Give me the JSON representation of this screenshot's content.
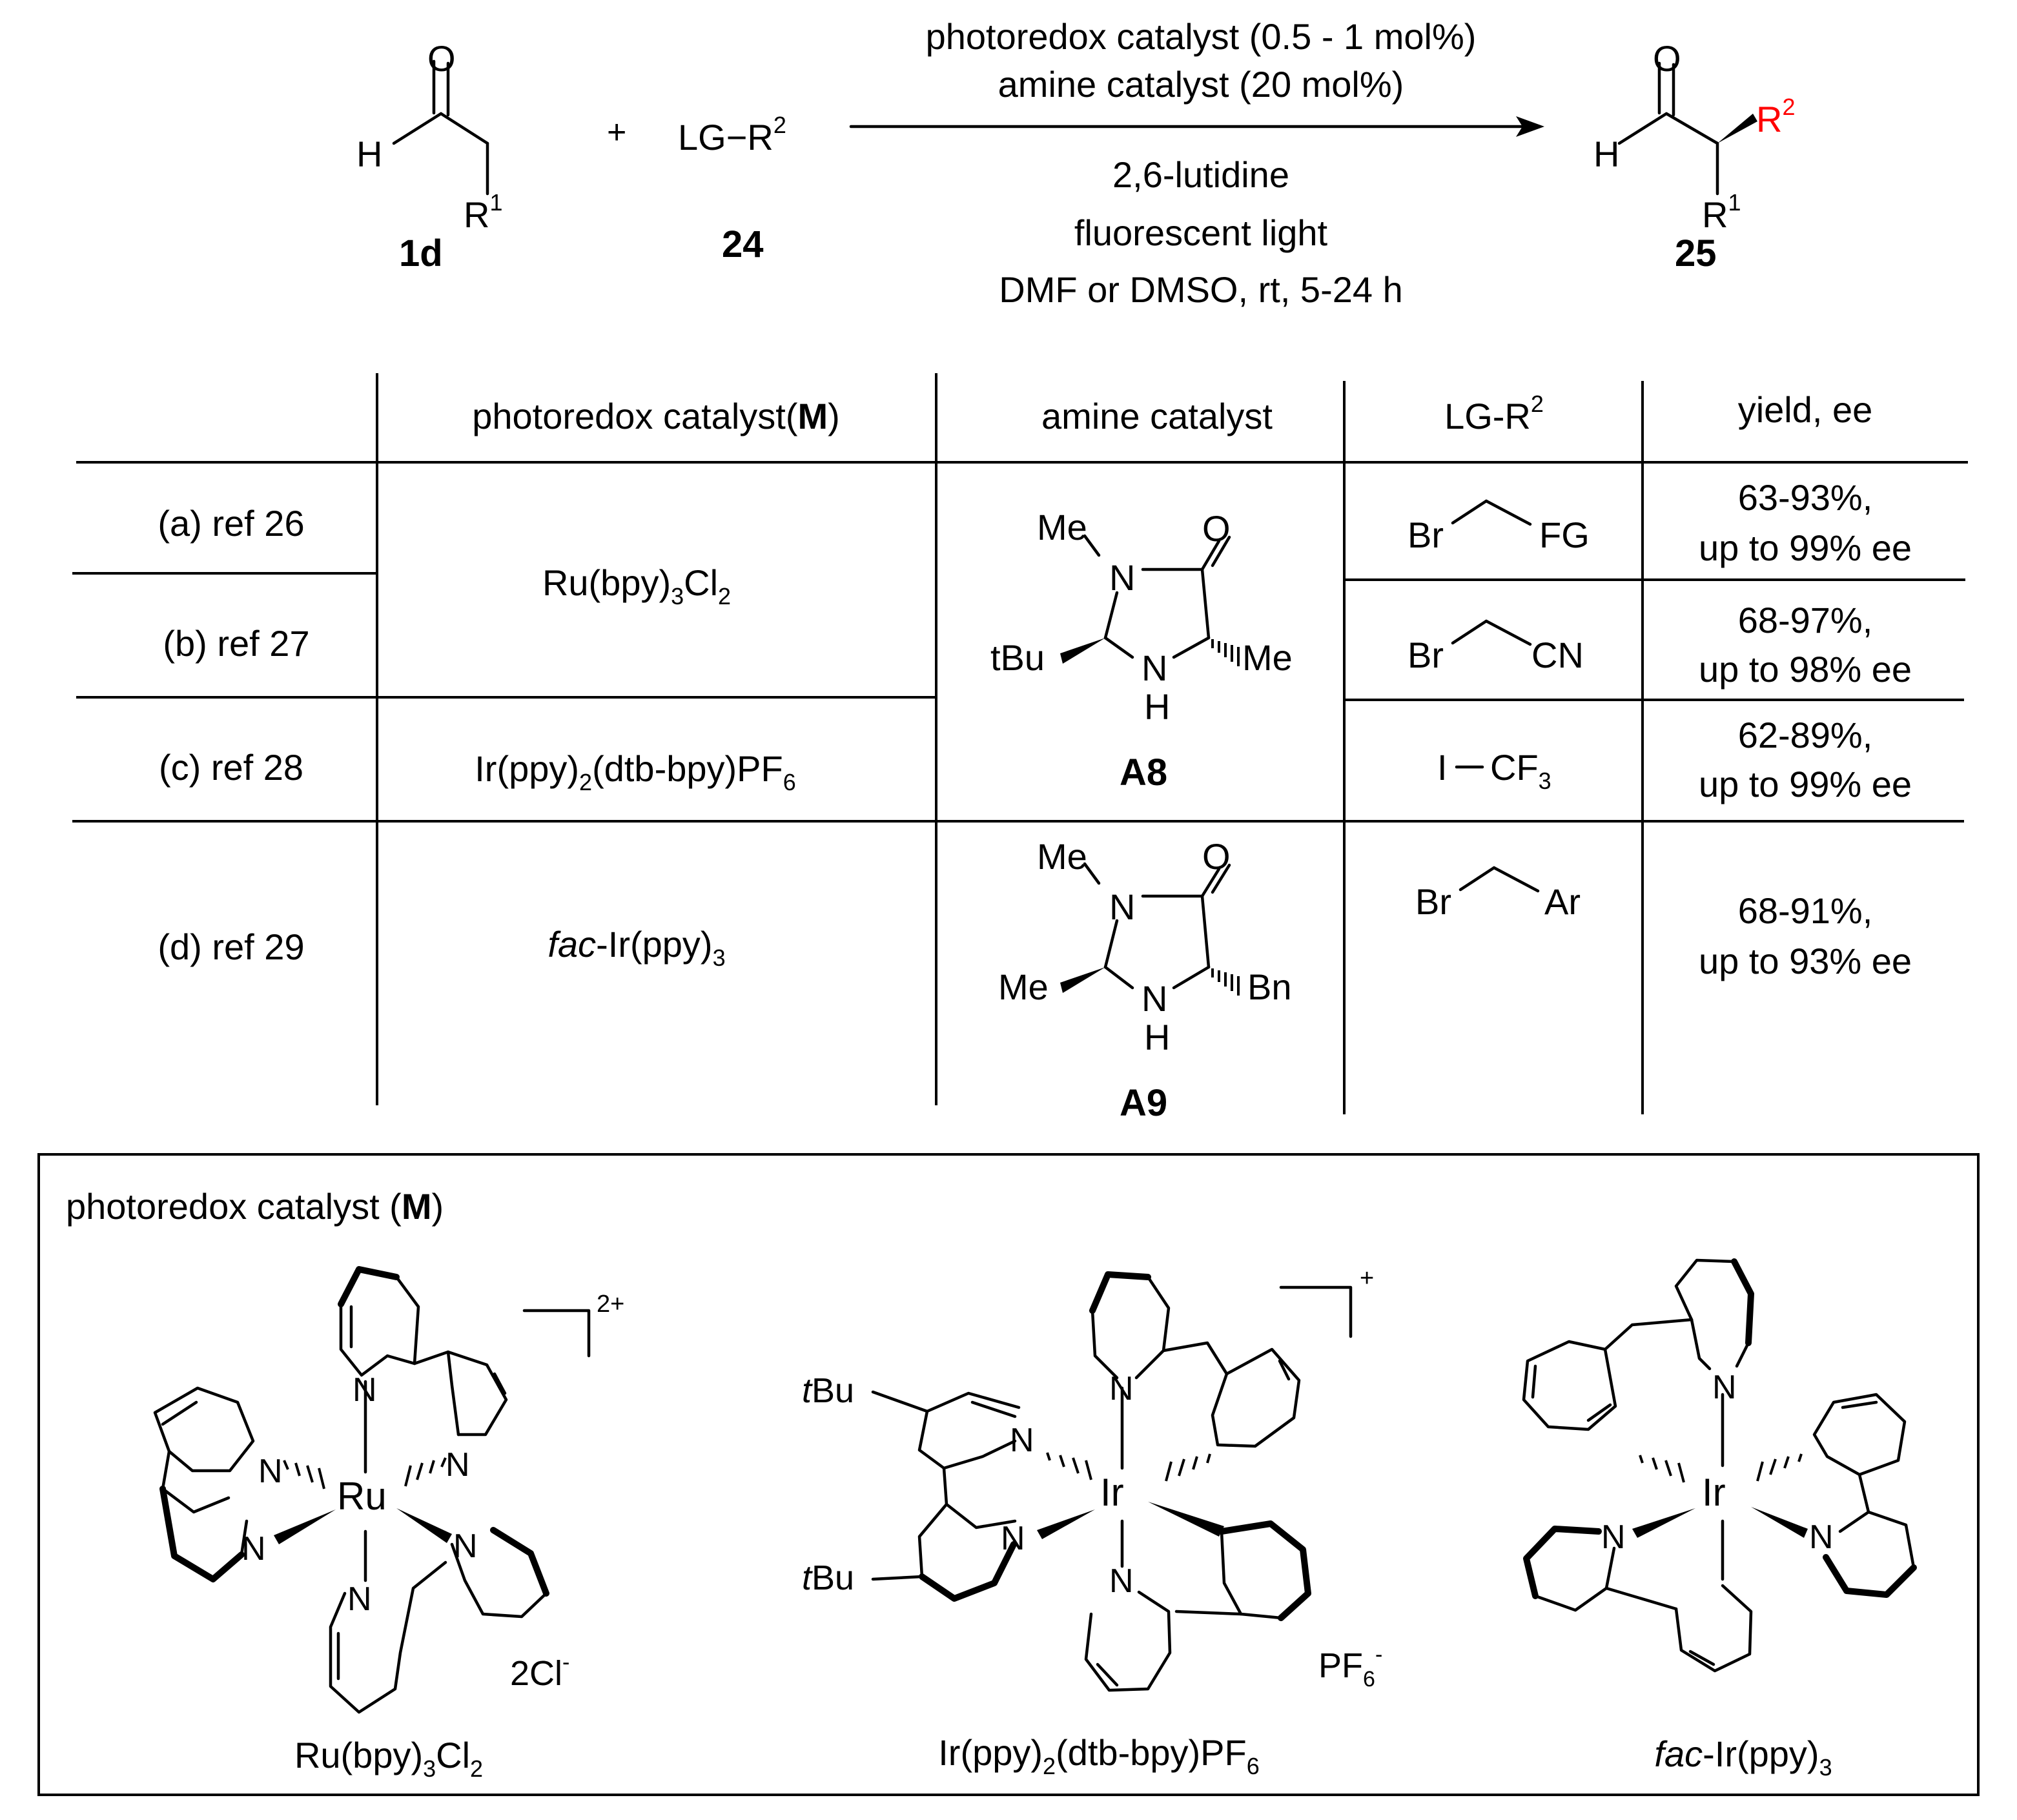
{
  "scheme": {
    "reactant1": {
      "carbonyl_O": "O",
      "H": "H",
      "R": "R",
      "R_sup": "1",
      "id": "1d"
    },
    "plus": "+",
    "reactant2": {
      "formula": "LG−R",
      "sup": "2",
      "id": "24"
    },
    "arrow_above": [
      "photoredox catalyst (0.5 - 1 mol%)",
      "amine catalyst (20 mol%)"
    ],
    "arrow_below": [
      "2,6-lutidine",
      "fluorescent light",
      "DMF or DMSO, rt, 5-24 h"
    ],
    "product": {
      "carbonyl_O": "O",
      "H": "H",
      "R1": "R",
      "R1_sup": "1",
      "R2": "R",
      "R2_sup": "2",
      "id": "25"
    },
    "colors": {
      "highlight": "#ff0000",
      "ink": "#000000"
    }
  },
  "table": {
    "headers": {
      "photoredox": "photoredox catalyst(",
      "photoredox_bold": "M",
      "photoredox_close": ")",
      "amine": "amine catalyst",
      "lg": "LG-R",
      "lg_sup": "2",
      "yield": "yield, ee"
    },
    "rows": [
      {
        "ref": "(a) ref 26",
        "yield1": "63-93%,",
        "yield2": "up to 99% ee",
        "lg_left": "Br",
        "lg_right": "FG"
      },
      {
        "ref": "(b) ref 27",
        "yield1": "68-97%,",
        "yield2": "up to 98% ee",
        "lg_left": "Br",
        "lg_right": "CN"
      },
      {
        "ref": "(c) ref 28",
        "yield1": "62-89%,",
        "yield2": "up to 99% ee",
        "lg_left": "I",
        "lg_right": "CF",
        "lg_right_sub": "3"
      },
      {
        "ref": "(d) ref 29",
        "yield1": "68-91%,",
        "yield2": "up to 93% ee",
        "lg_left": "Br",
        "lg_right": "Ar"
      }
    ],
    "catalyst_ru": {
      "main": "Ru(bpy)",
      "sub1": "3",
      "mid": "Cl",
      "sub2": "2"
    },
    "catalyst_ir": {
      "main": "Ir(ppy)",
      "sub1": "2",
      "mid": "(dtb-bpy)PF",
      "sub2": "6"
    },
    "catalyst_fac": {
      "italic": "fac",
      "main": "-Ir(ppy)",
      "sub": "3"
    },
    "amine_A8": {
      "Me_N": "Me",
      "N1": "N",
      "O": "O",
      "tBu": "tBu",
      "Me_right": "Me",
      "N2": "N",
      "H": "H",
      "label": "A8"
    },
    "amine_A9": {
      "Me_N": "Me",
      "N1": "N",
      "O": "O",
      "Me_left": "Me",
      "Bn": "Bn",
      "N2": "N",
      "H": "H",
      "label": "A9"
    }
  },
  "box": {
    "title": "photoredox catalyst (",
    "title_bold": "M",
    "title_close": ")",
    "ru": {
      "metal": "Ru",
      "N": "N",
      "charge": "2+",
      "counterion": "2Cl",
      "counterion_sup": "-",
      "label_main": "Ru(bpy)",
      "label_sub1": "3",
      "label_mid": "Cl",
      "label_sub2": "2"
    },
    "ir": {
      "metal": "Ir",
      "N": "N",
      "charge": "+",
      "tBu_italic": "t",
      "tBu_rest": "Bu",
      "counterion": "PF",
      "counterion_sub": "6",
      "counterion_sup": "-",
      "label_main": "Ir(ppy)",
      "label_sub1": "2",
      "label_mid": "(dtb-bpy)PF",
      "label_sub2": "6"
    },
    "fac": {
      "metal": "Ir",
      "N": "N",
      "label_italic": "fac",
      "label_main": "-Ir(ppy)",
      "label_sub": "3"
    }
  }
}
